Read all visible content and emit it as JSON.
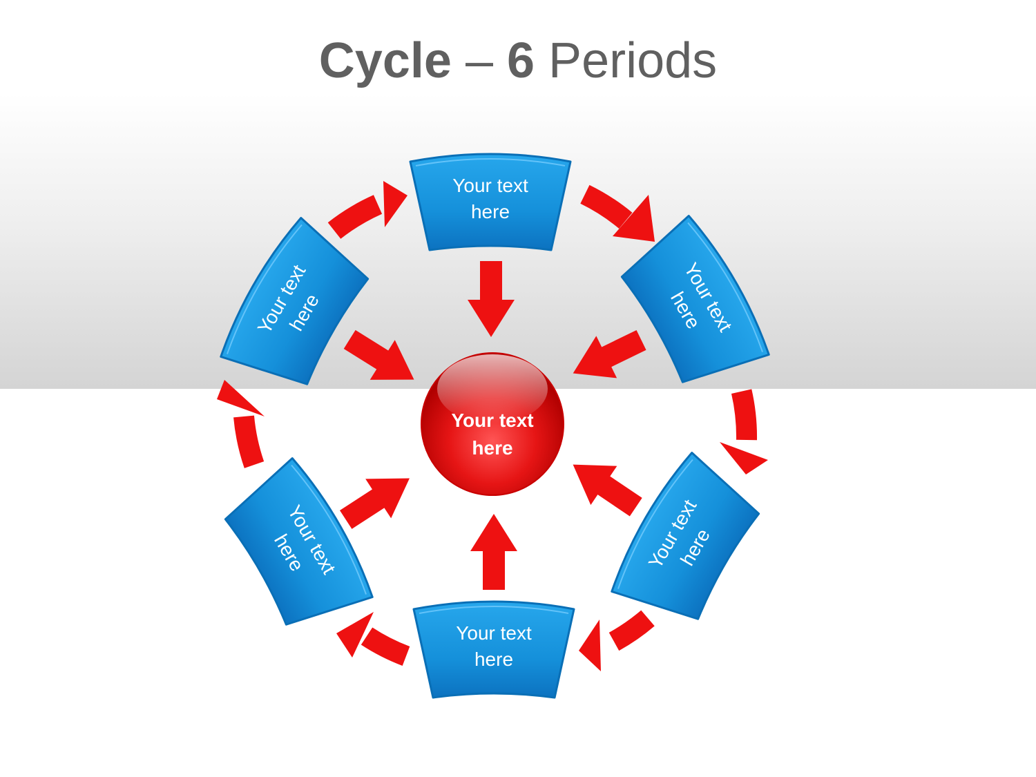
{
  "title": {
    "part1": "Cycle",
    "part2": " – ",
    "part3": "6",
    "part4": " Periods"
  },
  "center": {
    "line1": "Your text",
    "line2": "here"
  },
  "periods": [
    {
      "line1": "Your text",
      "line2": "here"
    },
    {
      "line1": "Your text",
      "line2": "here"
    },
    {
      "line1": "Your text",
      "line2": "here"
    },
    {
      "line1": "Your text",
      "line2": "here"
    },
    {
      "line1": "Your text",
      "line2": "here"
    },
    {
      "line1": "Your text",
      "line2": "here"
    }
  ],
  "colors": {
    "period_blue": "#1d92d9",
    "arrow_red": "#ee1111",
    "center_red": "#e01414",
    "title_gray": "#606060"
  }
}
